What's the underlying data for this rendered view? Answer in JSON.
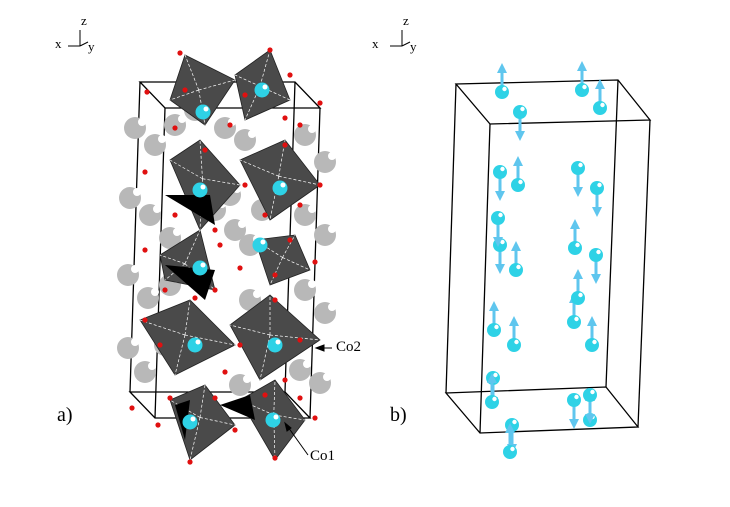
{
  "panels": {
    "a": {
      "label": "a)",
      "axes": {
        "z": "z",
        "x": "x",
        "y": "y"
      },
      "annotations": {
        "co2": "Co2",
        "co1": "Co1"
      }
    },
    "b": {
      "label": "b)",
      "axes": {
        "z": "z",
        "x": "x",
        "y": "y"
      }
    }
  },
  "colors": {
    "octahedron_fill": "#4a4a4a",
    "cobalt": "#2ed2e6",
    "oxygen": "#e01010",
    "other_atom": "#b8b8b8",
    "spin_arrow": "#5fc6ee",
    "cell_edge": "#000000"
  },
  "spin_directions": {
    "left_column": [
      "up",
      "down",
      "up",
      "down",
      "down",
      "up",
      "up",
      "up",
      "down",
      "up",
      "down",
      "up",
      "down"
    ],
    "right_column": [
      "up",
      "up",
      "down",
      "down",
      "up",
      "down",
      "up",
      "up",
      "down",
      "up",
      "down",
      "up"
    ]
  }
}
